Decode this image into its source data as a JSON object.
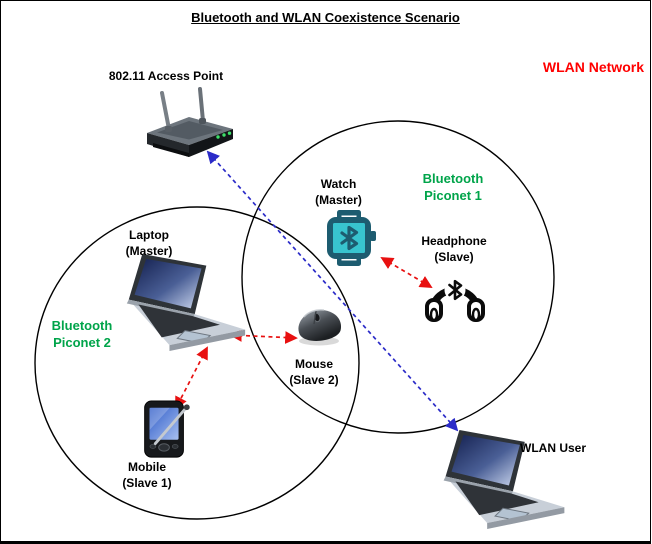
{
  "title": "Bluetooth and WLAN Coexistence Scenario",
  "network_label": "WLAN Network",
  "piconet1": {
    "line1": "Bluetooth",
    "line2": "Piconet 1"
  },
  "piconet2": {
    "line1": "Bluetooth",
    "line2": "Piconet 2"
  },
  "devices": {
    "access_point": {
      "label": "802.11 Access Point",
      "icon": "router-icon"
    },
    "watch": {
      "line1": "Watch",
      "line2": "(Master)",
      "icon": "smartwatch-icon"
    },
    "headphone": {
      "line1": "Headphone",
      "line2": "(Slave)",
      "icon": "headphone-icon"
    },
    "laptop": {
      "line1": "Laptop",
      "line2": "(Master)",
      "icon": "laptop-icon"
    },
    "mouse": {
      "line1": "Mouse",
      "line2": "(Slave 2)",
      "icon": "mouse-icon"
    },
    "mobile": {
      "line1": "Mobile",
      "line2": "(Slave 1)",
      "icon": "pda-icon"
    },
    "wlan_user": {
      "label": "WLAN User",
      "icon": "laptop-icon"
    }
  },
  "links": [
    {
      "from": "watch",
      "to": "headphone",
      "network": "bluetooth-piconet-1",
      "style": "dashed-double-arrow"
    },
    {
      "from": "laptop",
      "to": "mouse",
      "network": "bluetooth-piconet-2",
      "style": "dashed-double-arrow"
    },
    {
      "from": "laptop",
      "to": "mobile",
      "network": "bluetooth-piconet-2",
      "style": "dashed-double-arrow"
    },
    {
      "from": "access_point",
      "to": "wlan_user",
      "network": "wlan",
      "style": "dashed-double-arrow"
    }
  ],
  "colors": {
    "wlan_label": "#ff0000",
    "piconet_label": "#00a44a",
    "bluetooth_link": "#e81010",
    "wlan_link": "#2b2bc8",
    "circle_stroke": "#000000",
    "watch_frame": "#1d5c70",
    "watch_screen": "#38c4cf"
  }
}
